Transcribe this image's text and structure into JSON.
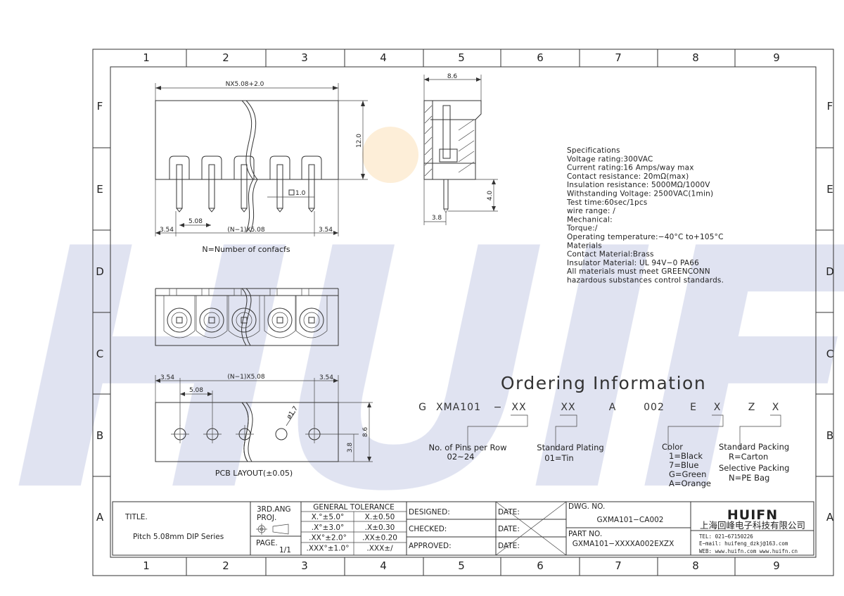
{
  "grid": {
    "columns": [
      "1",
      "2",
      "3",
      "4",
      "5",
      "6",
      "7",
      "8",
      "9"
    ],
    "rows": [
      "F",
      "E",
      "D",
      "C",
      "B",
      "A"
    ]
  },
  "watermark": {
    "text": "HUIFN",
    "color": "#c7cde6"
  },
  "front_view": {
    "overall_dim": "NX5.08+2.0",
    "height_dim": "12.0",
    "square_label": "1.0",
    "pitch_dim": "5.08",
    "left_dim": "3.54",
    "span_dim": "(N−1)X5.08",
    "right_dim": "3.54",
    "note": "N=Number of confacfs"
  },
  "side_view": {
    "width_dim": "8.6",
    "pin_len_dim": "4.0",
    "offset_dim": "3.8"
  },
  "pcb_layout": {
    "left_dim": "3.54",
    "span_dim": "(N−1)X5.08",
    "right_dim": "3.54",
    "pitch_dim": "5.08",
    "hole_dim": "ø1.7",
    "height_dim": "8.6",
    "row_dim": "3.8",
    "caption": "PCB LAYOUT(±0.05)"
  },
  "specifications": [
    "Specifications",
    "Voltage rating:300VAC",
    "Current rating:16 Amps/way max",
    "Contact resistance: 20mΩ(max)",
    "Insulation resistance: 5000MΩ/1000V",
    "Withstanding Voltage: 2500VAC(1min)",
    "Test time:60sec/1pcs",
    "wire range: /",
    "Mechanical:",
    "Torque:/",
    "Operating temperature:−40°C to+105°C",
    "Materials",
    "Contact Material:Brass",
    "Insulator Material: UL 94V−0 PA66",
    "All materials must meet GREENCONN",
    "hazardous substances control standards."
  ],
  "ordering": {
    "title": "Ordering Information",
    "code": [
      "G",
      "XMA101",
      "−",
      "XX",
      "XX",
      "A",
      "002",
      "E",
      "X",
      "Z",
      "X"
    ],
    "pins_label": "No. of Pins per Row",
    "pins_range": "02~24",
    "plating_label": "Standard Plating",
    "plating_value": "01=Tin",
    "color_label": "Color",
    "colors": [
      "1=Black",
      "7=Blue",
      "G=Green",
      "A=Orange"
    ],
    "packing_label": "Standard Packing",
    "packing_value": "R=Carton",
    "selective_label": "Selective Packing",
    "selective_value": "N=PE Bag"
  },
  "title_block": {
    "title_label": "TITLE.",
    "title_value": "Pitch 5.08mm DIP Series",
    "projection_label": "3RD.ANG",
    "projection_label2": "PROJ.",
    "page_label": "PAGE.",
    "page_value": "1/1",
    "tolerance_header": "GENERAL TOLERANCE",
    "tolerances": [
      [
        "X.°±5.0°",
        "X.±0.50"
      ],
      [
        ".X°±3.0°",
        ".X±0.30"
      ],
      [
        ".XX°±2.0°",
        ".XX±0.20"
      ],
      [
        ".XXX°±1.0°",
        ".XXX±/"
      ]
    ],
    "designed_label": "DESIGNED:",
    "checked_label": "CHECKED:",
    "approved_label": "APPROVED:",
    "date_label": "DATE:",
    "dwg_label": "DWG. NO.",
    "dwg_value": "GXMA101−CA002",
    "part_label": "PART NO.",
    "part_value": "GXMA101−XXXXA002EXZX",
    "company_logo": "HUIFN",
    "company_name": "上海回峰电子科技有限公司",
    "tel": "TEL: 021−67150226",
    "email": "E−mail: huifeng_dzkj@163.com",
    "web": "WEB: www.huifn.com  www.huifn.cn"
  }
}
